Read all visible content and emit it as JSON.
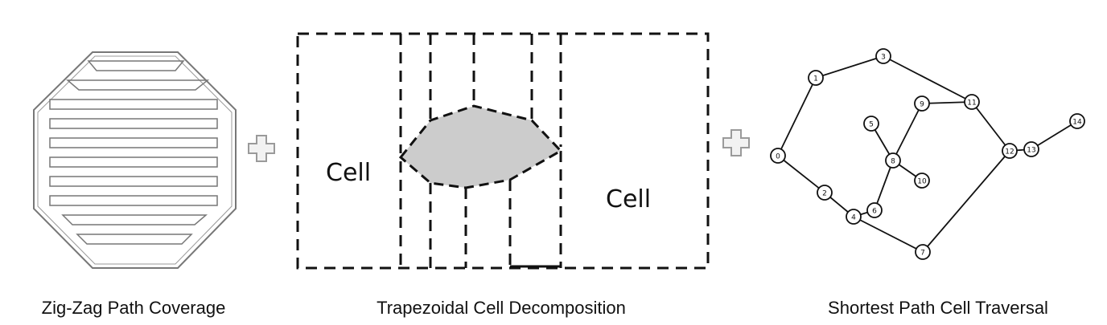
{
  "panels": {
    "zigzag": {
      "caption": "Zig-Zag Path Coverage"
    },
    "trapezoidal": {
      "caption": "Trapezoidal Cell Decomposition",
      "cell_left_label": "Cell",
      "cell_right_label": "Cell"
    },
    "graph": {
      "caption": "Shortest Path Cell Traversal",
      "node_labels": [
        "0",
        "1",
        "2",
        "3",
        "4",
        "5",
        "6",
        "7",
        "8",
        "9",
        "10",
        "11",
        "12",
        "13",
        "14"
      ]
    }
  },
  "colors": {
    "stroke": "#111111",
    "obstacle_fill": "#cccccc",
    "plus_fill": "#f2f2f2",
    "plus_stroke": "#9a9a9a",
    "octagon_stroke": "#777777"
  }
}
